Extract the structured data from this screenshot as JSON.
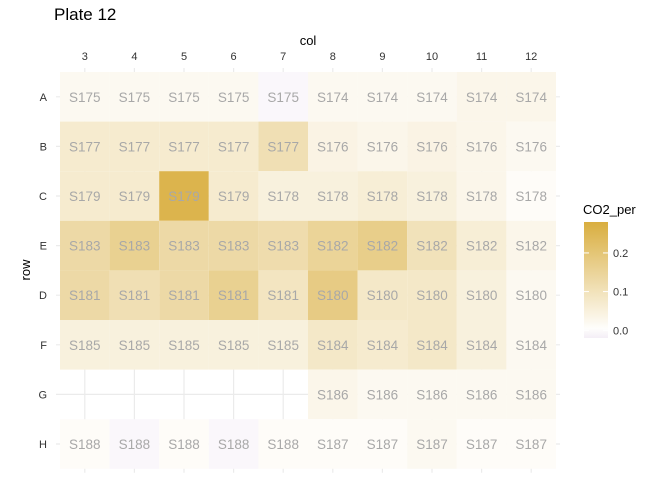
{
  "chart_data": {
    "type": "heatmap",
    "title": "Plate 12",
    "xlabel": "col",
    "ylabel": "row",
    "columns": [
      "3",
      "4",
      "5",
      "6",
      "7",
      "8",
      "9",
      "10",
      "11",
      "12"
    ],
    "rows": [
      "A",
      "B",
      "C",
      "E",
      "D",
      "F",
      "G",
      "H"
    ],
    "labels": [
      [
        "S175",
        "S175",
        "S175",
        "S175",
        "S175",
        "S174",
        "S174",
        "S174",
        "S174",
        "S174"
      ],
      [
        "S177",
        "S177",
        "S177",
        "S177",
        "S177",
        "S176",
        "S176",
        "S176",
        "S176",
        "S176"
      ],
      [
        "S179",
        "S179",
        "S179",
        "S179",
        "S178",
        "S178",
        "S178",
        "S178",
        "S178",
        "S178"
      ],
      [
        "S183",
        "S183",
        "S183",
        "S183",
        "S183",
        "S182",
        "S182",
        "S182",
        "S182",
        "S182"
      ],
      [
        "S181",
        "S181",
        "S181",
        "S181",
        "S181",
        "S180",
        "S180",
        "S180",
        "S180",
        "S180"
      ],
      [
        "S185",
        "S185",
        "S185",
        "S185",
        "S185",
        "S184",
        "S184",
        "S184",
        "S184",
        "S184"
      ],
      [
        null,
        null,
        null,
        null,
        null,
        "S186",
        "S186",
        "S186",
        "S186",
        "S186"
      ],
      [
        "S188",
        "S188",
        "S188",
        "S188",
        "S188",
        "S187",
        "S187",
        "S187",
        "S187",
        "S187"
      ]
    ],
    "values": [
      [
        0.02,
        0.02,
        0.02,
        0.02,
        -0.01,
        0.02,
        0.02,
        0.02,
        0.03,
        0.03
      ],
      [
        0.07,
        0.07,
        0.07,
        0.07,
        0.11,
        0.04,
        0.03,
        0.04,
        0.03,
        0.02
      ],
      [
        0.07,
        0.07,
        0.26,
        0.07,
        0.05,
        0.05,
        0.06,
        0.05,
        0.03,
        0.01
      ],
      [
        0.13,
        0.16,
        0.13,
        0.13,
        0.12,
        0.15,
        0.17,
        0.1,
        0.06,
        0.03
      ],
      [
        0.13,
        0.11,
        0.13,
        0.16,
        0.09,
        0.18,
        0.08,
        0.08,
        0.05,
        0.02
      ],
      [
        0.05,
        0.05,
        0.05,
        0.05,
        0.05,
        0.08,
        0.07,
        0.08,
        0.05,
        0.02
      ],
      [
        null,
        null,
        null,
        null,
        null,
        0.03,
        0.02,
        0.02,
        0.02,
        0.02
      ],
      [
        0.01,
        -0.01,
        0.01,
        -0.01,
        0.01,
        0.01,
        0.01,
        0.02,
        0.01,
        0.01
      ]
    ],
    "legend": {
      "title": "CO2_per",
      "ticks": [
        "0.0",
        "0.1",
        "0.2"
      ],
      "tick_values": [
        0.0,
        0.1,
        0.2
      ],
      "range": [
        -0.02,
        0.28
      ],
      "placement": "right"
    },
    "colors": {
      "high": "#D9AE3F",
      "low": "#FFFFFF",
      "negative": "#F4EEF6",
      "label_text": "#A8A8A8",
      "grid": "#EBEBEB"
    },
    "grid": true
  }
}
